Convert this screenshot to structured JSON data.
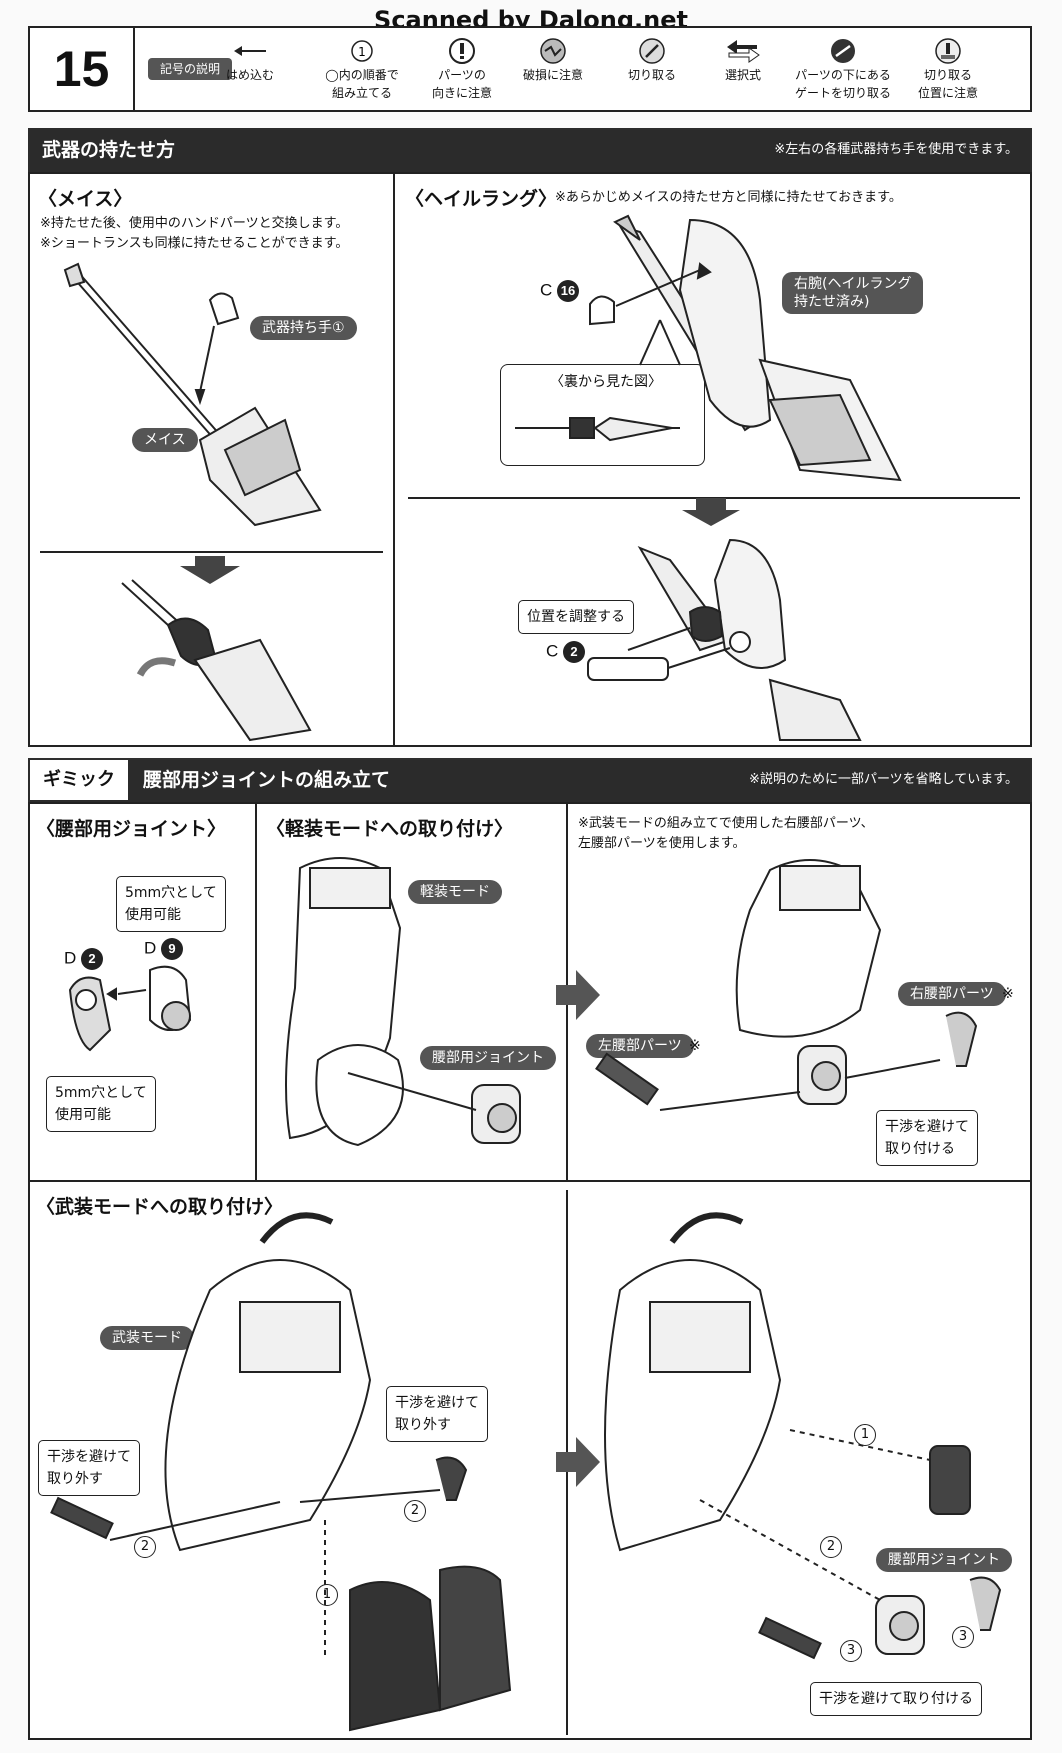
{
  "watermark": "Scanned by Dalong.net",
  "step_number": "15",
  "legend": {
    "tag": "記号の説明",
    "items": [
      {
        "icon": "arrow-left-icon",
        "label": "はめ込む"
      },
      {
        "icon": "circled-number-icon",
        "icon_text": "1",
        "label": "◯内の順番で\n組み立てる"
      },
      {
        "icon": "exclamation-icon",
        "label": "パーツの\n向きに注意"
      },
      {
        "icon": "break-warning-icon",
        "label": "破損に注意"
      },
      {
        "icon": "cut-icon",
        "label": "切り取る"
      },
      {
        "icon": "choice-arrows-icon",
        "label": "選択式"
      },
      {
        "icon": "gate-under-part-icon",
        "label": "パーツの下にある\nゲートを切り取る"
      },
      {
        "icon": "cut-position-icon",
        "label": "切り取る\n位置に注意"
      }
    ]
  },
  "section_weapon": {
    "title": "武器の持たせ方",
    "note": "※左右の各種武器持ち手を使用できます。",
    "mace": {
      "title": "〈メイス〉",
      "notes": "※持たせた後、使用中のハンドパーツと交換します。\n※ショートランスも同様に持たせることができます。",
      "label_hand": "武器持ち手①",
      "label_mace": "メイス"
    },
    "hail": {
      "title": "〈ヘイルラング〉",
      "note": "※あらかじめメイスの持たせ方と同様に持たせておきます。",
      "part_c16_letter": "C",
      "part_c16_num": "16",
      "label_back_view": "〈裏から見た図〉",
      "label_right_arm": "右腕(ヘイルラング\n持たせ済み)",
      "label_adjust": "位置を調整する",
      "part_c2_letter": "C",
      "part_c2_num": "2"
    }
  },
  "section_gimmick": {
    "tag": "ギミック",
    "title": "腰部用ジョイントの組み立て",
    "note": "※説明のために一部パーツを省略しています。",
    "joint": {
      "title": "〈腰部用ジョイント〉",
      "label_5mm_top": "5mm穴として\n使用可能",
      "label_5mm_bottom": "5mm穴として\n使用可能",
      "part_d2_letter": "D",
      "part_d2_num": "2",
      "part_d9_letter": "D",
      "part_d9_num": "9"
    },
    "light": {
      "title": "〈軽装モードへの取り付け〉",
      "label_mode": "軽装モード",
      "label_joint": "腰部用ジョイント"
    },
    "light_right": {
      "note": "※武装モードの組み立てで使用した右腰部パーツ、\n  左腰部パーツを使用します。",
      "label_right_waist": "右腰部パーツ",
      "label_left_waist": "左腰部パーツ",
      "star": "※",
      "label_attach": "干渉を避けて\n取り付ける"
    },
    "armed": {
      "title": "〈武装モードへの取り付け〉",
      "label_mode": "武装モード",
      "label_remove_left": "干渉を避けて\n取り外す",
      "label_remove_right": "干渉を避けて\n取り外す",
      "label_joint": "腰部用ジョイント",
      "label_attach": "干渉を避けて取り付ける",
      "step1": "1",
      "step2": "2",
      "step3": "3"
    }
  }
}
